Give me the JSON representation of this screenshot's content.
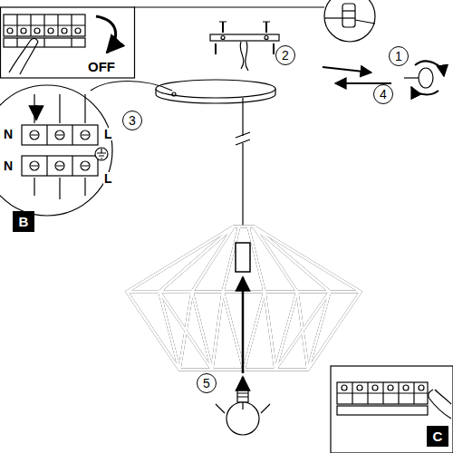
{
  "diagram": {
    "nodes": [
      {
        "text": [
          "1"
        ]
      },
      {
        "text": [
          "2"
        ]
      },
      {
        "text": [
          "3"
        ]
      },
      {
        "text": [
          "4"
        ]
      },
      {
        "text": [
          "B"
        ]
      },
      {
        "text": [
          "5"
        ]
      },
      {
        "text": [
          "C"
        ]
      }
    ],
    "labels": [
      "OFF",
      "N",
      "L",
      "N",
      "L"
    ]
  }
}
